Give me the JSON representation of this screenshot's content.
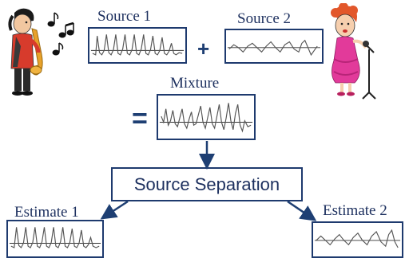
{
  "labels": {
    "source1": "Source 1",
    "source2": "Source 2",
    "mixture": "Mixture",
    "estimate1": "Estimate 1",
    "estimate2": "Estimate 2"
  },
  "operators": {
    "plus": "+",
    "equals": "="
  },
  "process": {
    "label": "Source Separation"
  },
  "icons": {
    "left_figure": "saxophone-player-icon",
    "right_figure": "singer-icon",
    "notes": "music-notes-icon"
  },
  "colors": {
    "box_border": "#1e3a6e",
    "label_text": "#1c2f5e",
    "arrow": "#1e3f73",
    "waveform": "#555555",
    "baseline": "#333333"
  }
}
